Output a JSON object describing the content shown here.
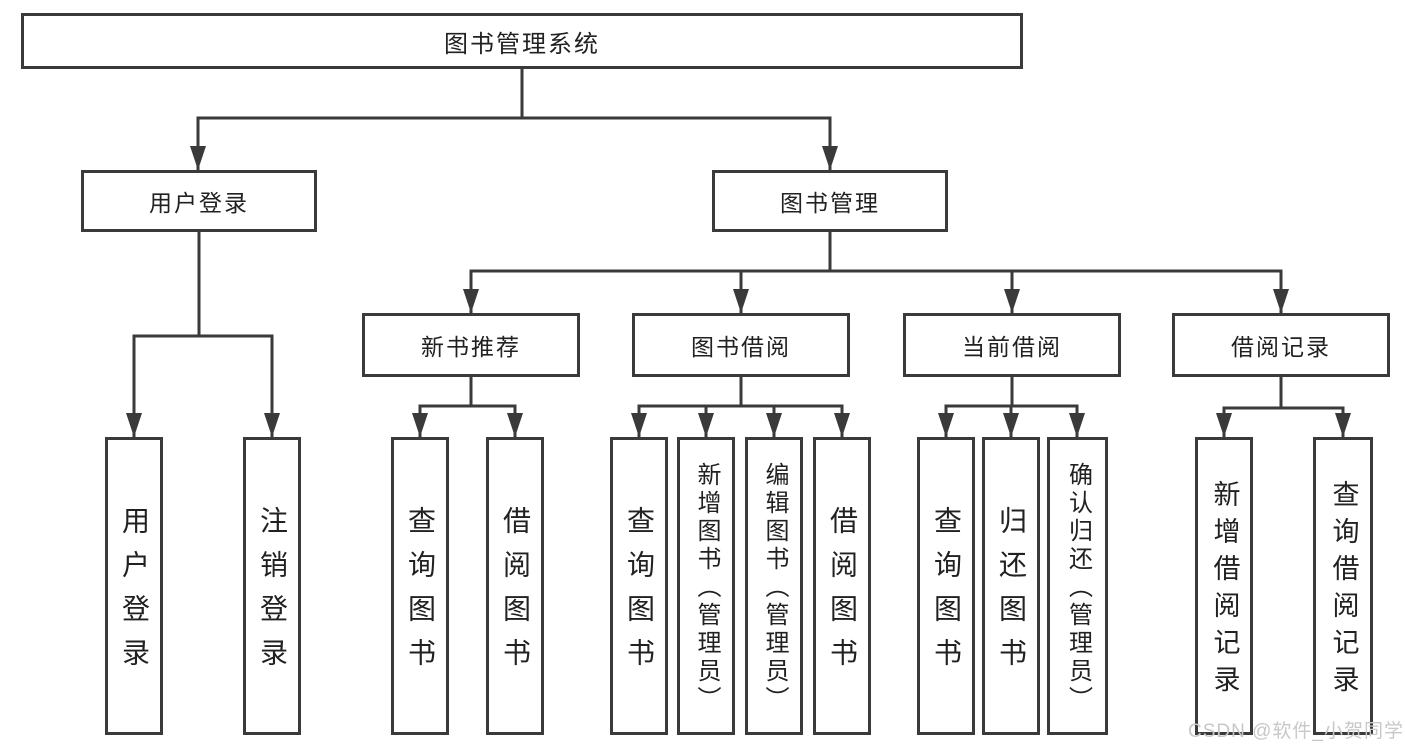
{
  "tree": {
    "root": {
      "label": "图书管理系统"
    },
    "branches": [
      {
        "label": "用户登录",
        "leaves": [
          {
            "label": "用户登录"
          },
          {
            "label": "注销登录"
          }
        ]
      },
      {
        "label": "图书管理",
        "groups": [
          {
            "label": "新书推荐",
            "leaves": [
              {
                "label": "查询图书"
              },
              {
                "label": "借阅图书"
              }
            ]
          },
          {
            "label": "图书借阅",
            "leaves": [
              {
                "label": "查询图书"
              },
              {
                "label": "新增图书（管理员）"
              },
              {
                "label": "编辑图书（管理员）"
              },
              {
                "label": "借阅图书"
              }
            ]
          },
          {
            "label": "当前借阅",
            "leaves": [
              {
                "label": "查询图书"
              },
              {
                "label": "归还图书"
              },
              {
                "label": "确认归还（管理员）"
              }
            ]
          },
          {
            "label": "借阅记录",
            "leaves": [
              {
                "label": "新增借阅记录"
              },
              {
                "label": "查询借阅记录"
              }
            ]
          }
        ]
      }
    ]
  },
  "watermark": {
    "text": "CSDN @软件_小贺同学"
  },
  "colors": {
    "line": "#3a3a3a",
    "text": "#212121",
    "watermark": "#c8c8c8",
    "background": "#ffffff"
  }
}
